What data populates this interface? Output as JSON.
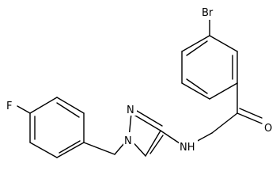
{
  "molecule": {
    "atoms": {
      "br": "Br",
      "o": "O",
      "nh": "NH",
      "n1": "N",
      "n2": "N",
      "f": "F"
    }
  }
}
